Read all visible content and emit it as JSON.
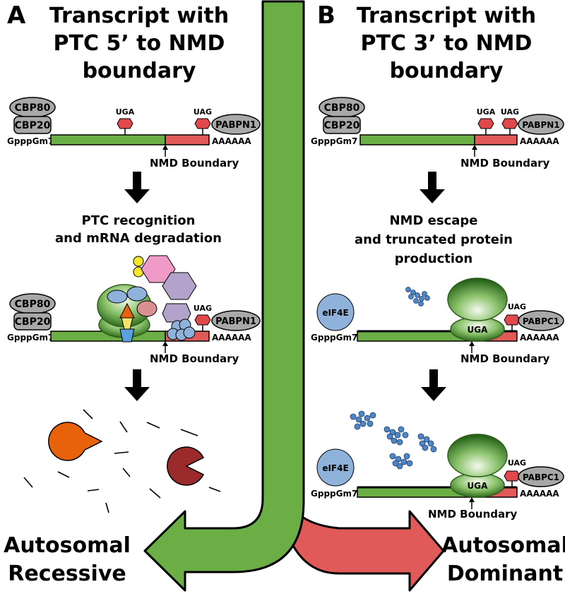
{
  "panel_a": {
    "letter": "A",
    "title": [
      "Transcript with",
      "PTC 5’ to NMD",
      "boundary"
    ],
    "step1_label": [
      "PTC recognition",
      "and mRNA degradation"
    ],
    "outcome": [
      "Autosomal",
      "Recessive"
    ]
  },
  "panel_b": {
    "letter": "B",
    "title": [
      "Transcript with",
      "PTC 3’ to NMD",
      "boundary"
    ],
    "step1_label": [
      "NMD escape",
      "and truncated protein",
      "production"
    ],
    "outcome": [
      "Autosomal",
      "Dominant"
    ]
  },
  "labels": {
    "cbp80": "CBP80",
    "cbp20": "CBP20",
    "cap": "GpppGm7",
    "polya": "AAAAAA",
    "pabpn1": "PABPN1",
    "pabpc1": "PABPC1",
    "eif4e": "eIF4E",
    "uga": "UGA",
    "uag": "UAG",
    "boundary": "NMD Boundary"
  },
  "colors": {
    "green": "#6aae45",
    "red": "#e05a5a",
    "grey": "#a8a8a8",
    "stop": "#e0484c",
    "blue": "#8eb2da",
    "orange": "#e8620c",
    "maroon": "#9b2a2a"
  }
}
